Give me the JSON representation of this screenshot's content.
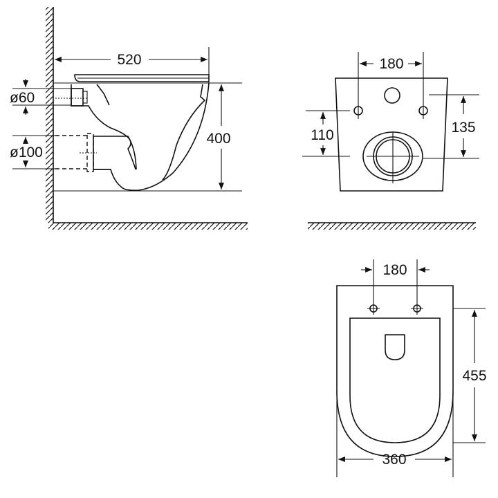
{
  "title": "Wall-hung toilet dimension drawing",
  "side_view": {
    "length_label": "520",
    "height_label": "400",
    "inlet_diameter_label": "ø60",
    "outlet_diameter_label": "ø100"
  },
  "rear_view": {
    "bolt_spacing_label": "180",
    "bolt_to_outlet_label": "110",
    "outlet_offset_label": "135"
  },
  "top_view": {
    "bolt_spacing_label": "180",
    "depth_label": "455",
    "width_label": "360"
  }
}
